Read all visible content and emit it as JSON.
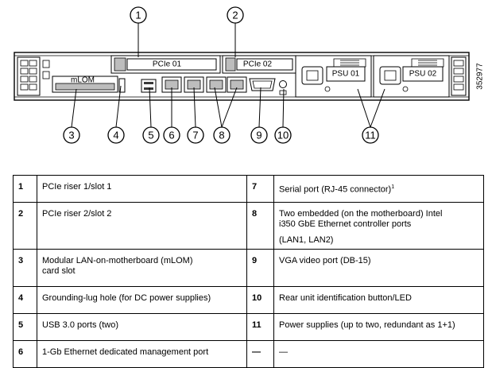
{
  "figure_id": "352977",
  "panel_labels": {
    "pcie1": "PCIe 01",
    "pcie2": "PCIe 02",
    "mlom": "mLOM",
    "psu1": "PSU 01",
    "psu2": "PSU 02"
  },
  "callouts": [
    "1",
    "2",
    "3",
    "4",
    "5",
    "6",
    "7",
    "8",
    "9",
    "10",
    "11"
  ],
  "legend": [
    {
      "left_num": "1",
      "left_text": [
        "PCIe riser 1/slot 1"
      ],
      "right_num": "7",
      "right_text": [
        "Serial port (RJ-45 connector)"
      ],
      "right_sup": "1"
    },
    {
      "left_num": "2",
      "left_text": [
        "PCIe riser 2/slot 2"
      ],
      "right_num": "8",
      "right_text": [
        "Two embedded (on the motherboard) Intel",
        "i350 GbE Ethernet controller ports"
      ],
      "right_extra": "(LAN1, LAN2)"
    },
    {
      "left_num": "3",
      "left_text": [
        "Modular LAN-on-motherboard (mLOM)",
        "card slot"
      ],
      "right_num": "9",
      "right_text": [
        "VGA video port (DB-15)"
      ]
    },
    {
      "left_num": "4",
      "left_text": [
        "Grounding-lug hole (for DC power supplies)"
      ],
      "right_num": "10",
      "right_text": [
        "Rear unit identification button/LED"
      ]
    },
    {
      "left_num": "5",
      "left_text": [
        "USB 3.0 ports (two)"
      ],
      "right_num": "11",
      "right_text": [
        "Power supplies (up to two, redundant as 1+1)"
      ]
    },
    {
      "left_num": "6",
      "left_text": [
        "1-Gb Ethernet dedicated management port"
      ],
      "right_num": "—",
      "right_text": [
        "—"
      ]
    }
  ]
}
